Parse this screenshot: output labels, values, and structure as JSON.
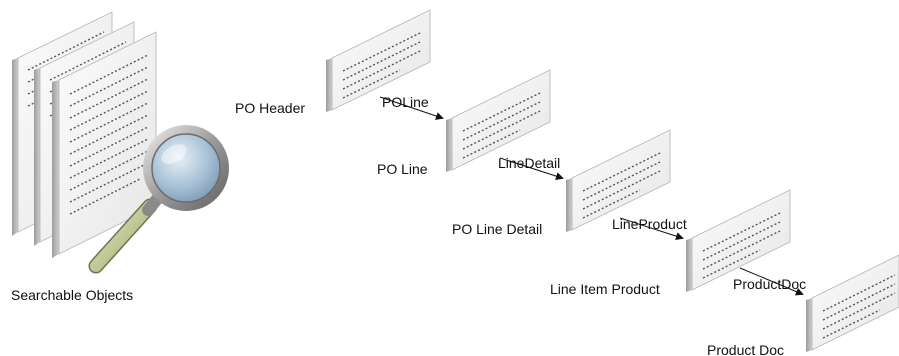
{
  "searchable_objects_label": "Searchable Objects",
  "objects": [
    {
      "id": "po-header",
      "label": "PO Header"
    },
    {
      "id": "po-line",
      "label": "PO Line"
    },
    {
      "id": "po-line-detail",
      "label": "PO Line Detail"
    },
    {
      "id": "line-item-product",
      "label": "Line Item Product"
    },
    {
      "id": "product-doc",
      "label": "Product Doc"
    }
  ],
  "links": [
    {
      "from": "po-header",
      "to": "po-line",
      "label": "POLine"
    },
    {
      "from": "po-line",
      "to": "po-line-detail",
      "label": "LineDetail"
    },
    {
      "from": "po-line-detail",
      "to": "line-item-product",
      "label": "LineProduct"
    },
    {
      "from": "line-item-product",
      "to": "product-doc",
      "label": "ProductDoc"
    }
  ],
  "icons": [
    "document-stack-icon",
    "magnifying-glass-icon"
  ]
}
